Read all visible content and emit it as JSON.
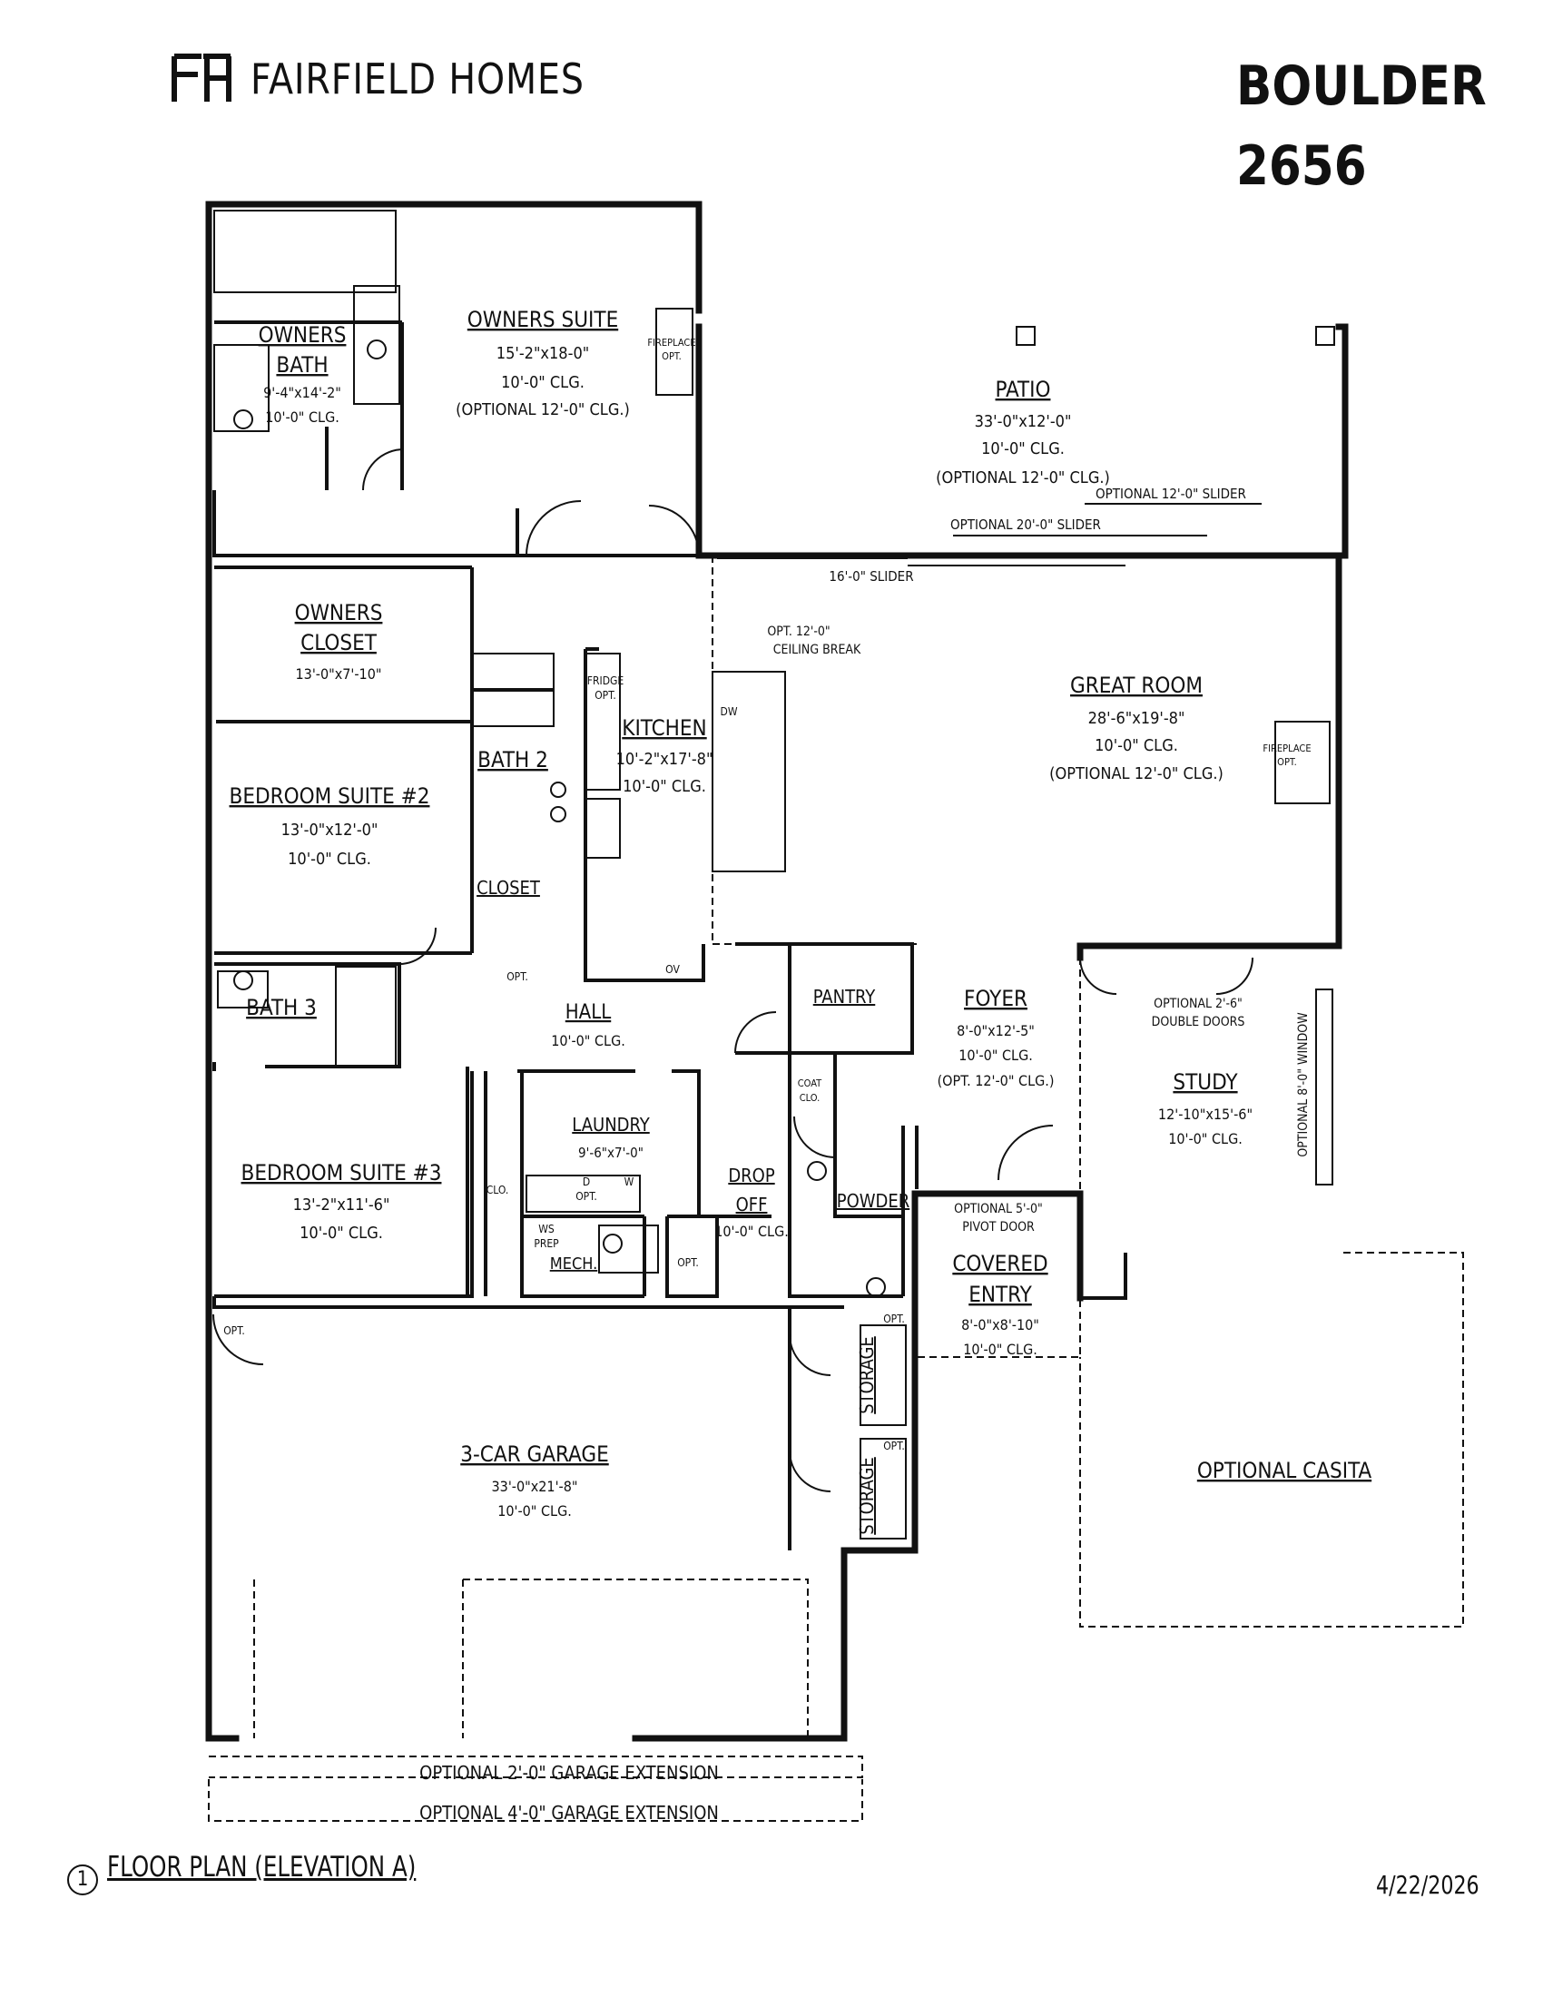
{
  "brand": {
    "name": "FAIRFIELD HOMES"
  },
  "plan": {
    "name": "BOULDER",
    "number": "2656"
  },
  "drawing": {
    "title": "FLOOR PLAN (ELEVATION A)",
    "number": "1",
    "date": "4/22/2026"
  },
  "rooms": {
    "owners_bath": {
      "name1": "OWNERS",
      "name2": "BATH",
      "dim": "9'-4\"x14'-2\"",
      "clg": "10'-0\" CLG."
    },
    "owners_suite": {
      "name": "OWNERS SUITE",
      "dim": "15'-2\"x18-0\"",
      "clg": "10'-0\" CLG.",
      "opt": "(OPTIONAL 12'-0\" CLG.)",
      "fireplace1": "FIREPLACE",
      "fireplace2": "OPT."
    },
    "patio": {
      "name": "PATIO",
      "dim": "33'-0\"x12'-0\"",
      "clg": "10'-0\" CLG.",
      "opt": "(OPTIONAL 12'-0\" CLG.)",
      "slider12": "OPTIONAL 12'-0\" SLIDER",
      "slider20": "OPTIONAL 20'-0\" SLIDER",
      "slider16": "16'-0\" SLIDER"
    },
    "ceiling_break": {
      "line1": "OPT. 12'-0\"",
      "line2": "CEILING BREAK"
    },
    "owners_closet": {
      "name1": "OWNERS",
      "name2": "CLOSET",
      "dim": "13'-0\"x7'-10\""
    },
    "great_room": {
      "name": "GREAT ROOM",
      "dim": "28'-6\"x19'-8\"",
      "clg": "10'-0\" CLG.",
      "opt": "(OPTIONAL 12'-0\" CLG.)",
      "fireplace1": "FIREPLACE",
      "fireplace2": "OPT."
    },
    "kitchen": {
      "name": "KITCHEN",
      "dim": "10'-2\"x17'-8\"",
      "clg": "10'-0\" CLG.",
      "fridge1": "FRIDGE",
      "fridge2": "OPT.",
      "dw": "DW",
      "ov": "OV"
    },
    "bath2": {
      "name": "BATH 2"
    },
    "bedroom2": {
      "name": "BEDROOM SUITE #2",
      "dim": "13'-0\"x12'-0\"",
      "clg": "10'-0\" CLG."
    },
    "closet": {
      "name": "CLOSET"
    },
    "hall": {
      "name": "HALL",
      "clg": "10'-0\" CLG.",
      "opt": "OPT."
    },
    "bath3": {
      "name": "BATH 3"
    },
    "pantry": {
      "name": "PANTRY",
      "coat1": "COAT",
      "coat2": "CLO."
    },
    "foyer": {
      "name": "FOYER",
      "dim": "8'-0\"x12'-5\"",
      "clg": "10'-0\" CLG.",
      "opt": "(OPT. 12'-0\" CLG.)"
    },
    "study": {
      "name": "STUDY",
      "dim": "12'-10\"x15'-6\"",
      "clg": "10'-0\" CLG.",
      "doors1": "OPTIONAL 2'-6\"",
      "doors2": "DOUBLE DOORS",
      "window": "OPTIONAL 8'-0\" WINDOW"
    },
    "bedroom3": {
      "name": "BEDROOM SUITE #3",
      "dim": "13'-2\"x11'-6\"",
      "clg": "10'-0\" CLG.",
      "clo": "CLO."
    },
    "laundry": {
      "name": "LAUNDRY",
      "dim": "9'-6\"x7'-0\"",
      "d": "D",
      "w": "W",
      "opt": "OPT."
    },
    "mech": {
      "name": "MECH.",
      "ws1": "WS",
      "ws2": "PREP"
    },
    "drop_off": {
      "name1": "DROP",
      "name2": "OFF",
      "clg": "10'-0\" CLG.",
      "opt": "OPT."
    },
    "powder": {
      "name": "POWDER",
      "pivot1": "OPTIONAL 5'-0\"",
      "pivot2": "PIVOT DOOR"
    },
    "covered_entry": {
      "name1": "COVERED",
      "name2": "ENTRY",
      "dim": "8'-0\"x8'-10\"",
      "clg": "10'-0\" CLG."
    },
    "casita": {
      "name": "OPTIONAL CASITA"
    },
    "storage": {
      "name": "STORAGE",
      "opt": "OPT."
    },
    "garage": {
      "name": "3-CAR GARAGE",
      "dim": "33'-0\"x21'-8\"",
      "clg": "10'-0\" CLG.",
      "opt": "OPT.",
      "ext2": "OPTIONAL 2'-0\" GARAGE EXTENSION",
      "ext4": "OPTIONAL 4'-0\" GARAGE EXTENSION"
    }
  }
}
